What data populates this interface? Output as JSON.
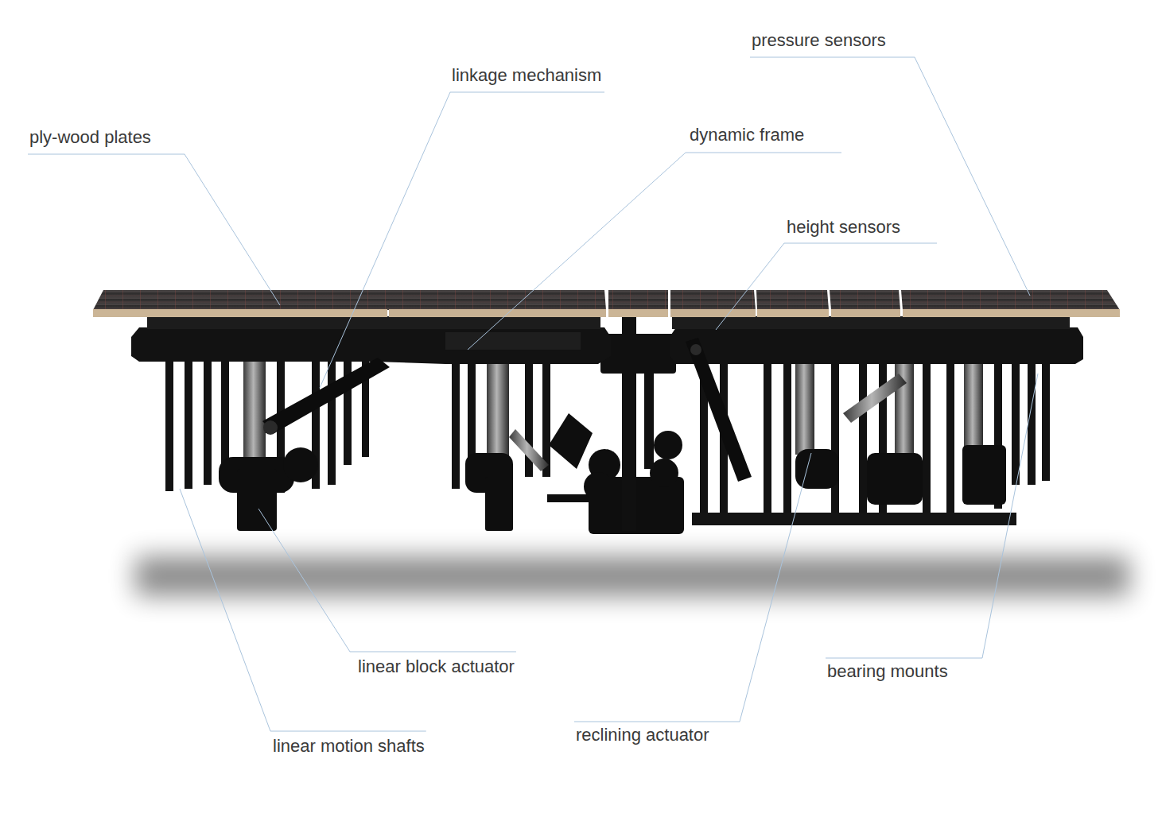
{
  "diagram": {
    "labels": [
      "ply-wood plates",
      "linkage mechanism",
      "dynamic frame",
      "pressure sensors",
      "height sensors",
      "linear block actuator",
      "linear motion shafts",
      "reclining actuator",
      "bearing mounts"
    ]
  }
}
